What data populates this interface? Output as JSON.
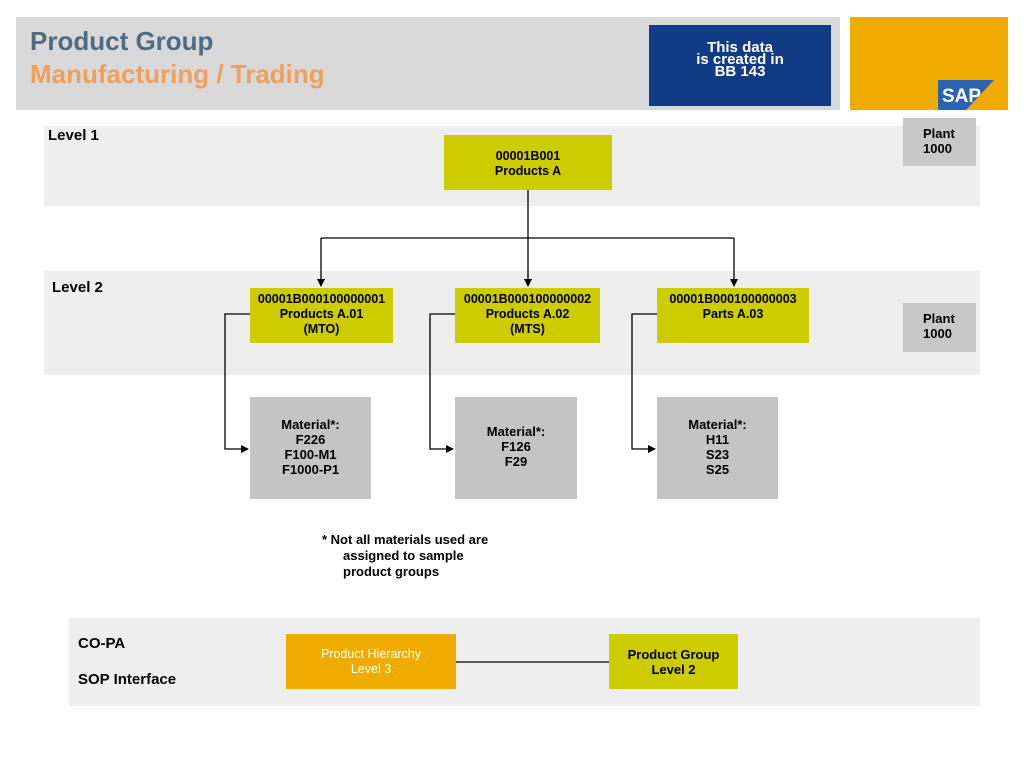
{
  "header": {
    "title_line1": "Product Group",
    "title_line2": "Manufacturing / Trading",
    "note_lines": [
      "This data",
      "is created in",
      "BB 143"
    ],
    "brand_logo": "SAP"
  },
  "levels": {
    "level1_label": "Level 1",
    "level2_label": "Level 2"
  },
  "plant": {
    "level1": [
      "Plant",
      "1000"
    ],
    "level2": [
      "Plant",
      "1000"
    ]
  },
  "level1_node": [
    "00001B001",
    "Products A"
  ],
  "level2_nodes": [
    [
      "00001B000100000001",
      "Products A.01",
      "(MTO)"
    ],
    [
      "00001B000100000002",
      "Products A.02",
      "(MTS)"
    ],
    [
      "00001B000100000003",
      "Parts A.03"
    ]
  ],
  "materials": [
    [
      "Material*:",
      "F226",
      "F100-M1",
      "F1000-P1"
    ],
    [
      "Material*:",
      "F126",
      "F29"
    ],
    [
      "Material*:",
      "H11",
      "S23",
      "S25"
    ]
  ],
  "footnote": [
    "* Not all materials used are",
    "assigned to sample",
    "product groups"
  ],
  "interface": {
    "copa_label": "CO-PA",
    "sop_label": "SOP Interface",
    "hierarchy_box": [
      "Product Hierarchy",
      "Level 3"
    ],
    "group_box": [
      "Product Group",
      "Level 2"
    ]
  },
  "colors": {
    "title_blue": "#4f6b83",
    "title_orange": "#f0a05a",
    "note_blue": "#123b86",
    "sap_gold": "#f0ab00",
    "node_yellow": "#cccc00",
    "material_grey": "#c4c4c4",
    "band_grey": "#eeeeee"
  }
}
